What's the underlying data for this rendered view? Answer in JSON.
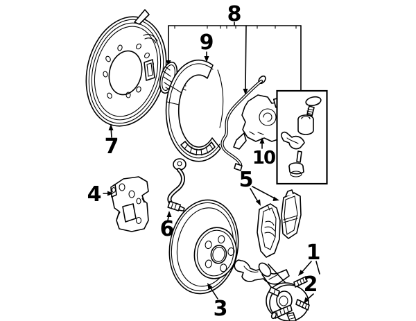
{
  "figure": {
    "background": "#ffffff",
    "line_color": "#000000"
  },
  "callouts": {
    "c1": {
      "label": "1"
    },
    "c2": {
      "label": "2"
    },
    "c3": {
      "label": "3"
    },
    "c4": {
      "label": "4"
    },
    "c5": {
      "label": "5"
    },
    "c6": {
      "label": "6"
    },
    "c7": {
      "label": "7"
    },
    "c8": {
      "label": "8"
    },
    "c9": {
      "label": "9"
    },
    "c10": {
      "label": "10"
    }
  }
}
